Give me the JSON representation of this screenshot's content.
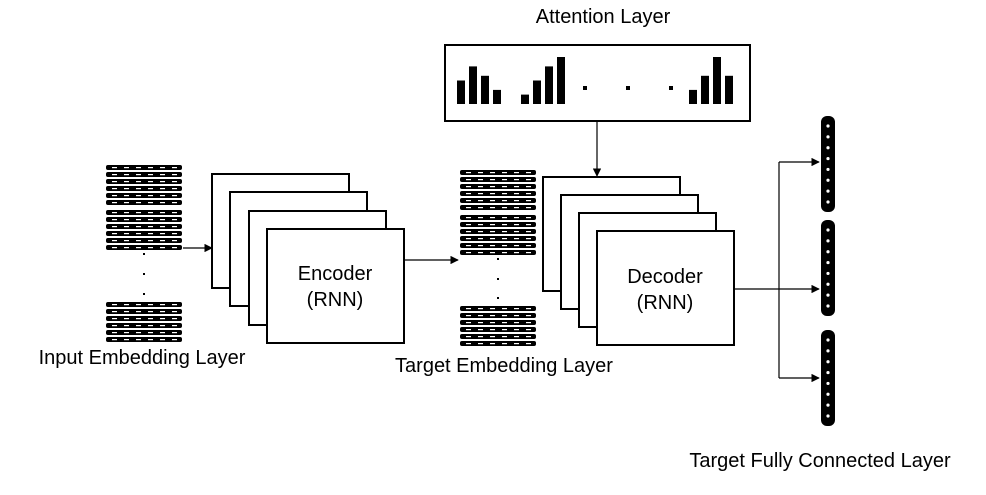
{
  "labels": {
    "attention_layer": "Attention Layer",
    "input_embedding_layer": "Input Embedding Layer",
    "target_embedding_layer": "Target Embedding Layer",
    "target_fully_connected_layer": "Target Fully Connected Layer"
  },
  "encoder": {
    "title": "Encoder",
    "subtitle": "(RNN)"
  },
  "decoder": {
    "title": "Decoder",
    "subtitle": "(RNN)"
  },
  "attention_bars": {
    "group_1": [
      5,
      8,
      6,
      3
    ],
    "group_2": [
      2,
      5,
      8,
      10
    ],
    "group_3": [
      3,
      6,
      10,
      6
    ]
  },
  "colors": {
    "stroke": "#000000",
    "fill": "#ffffff",
    "text": "#000000"
  }
}
